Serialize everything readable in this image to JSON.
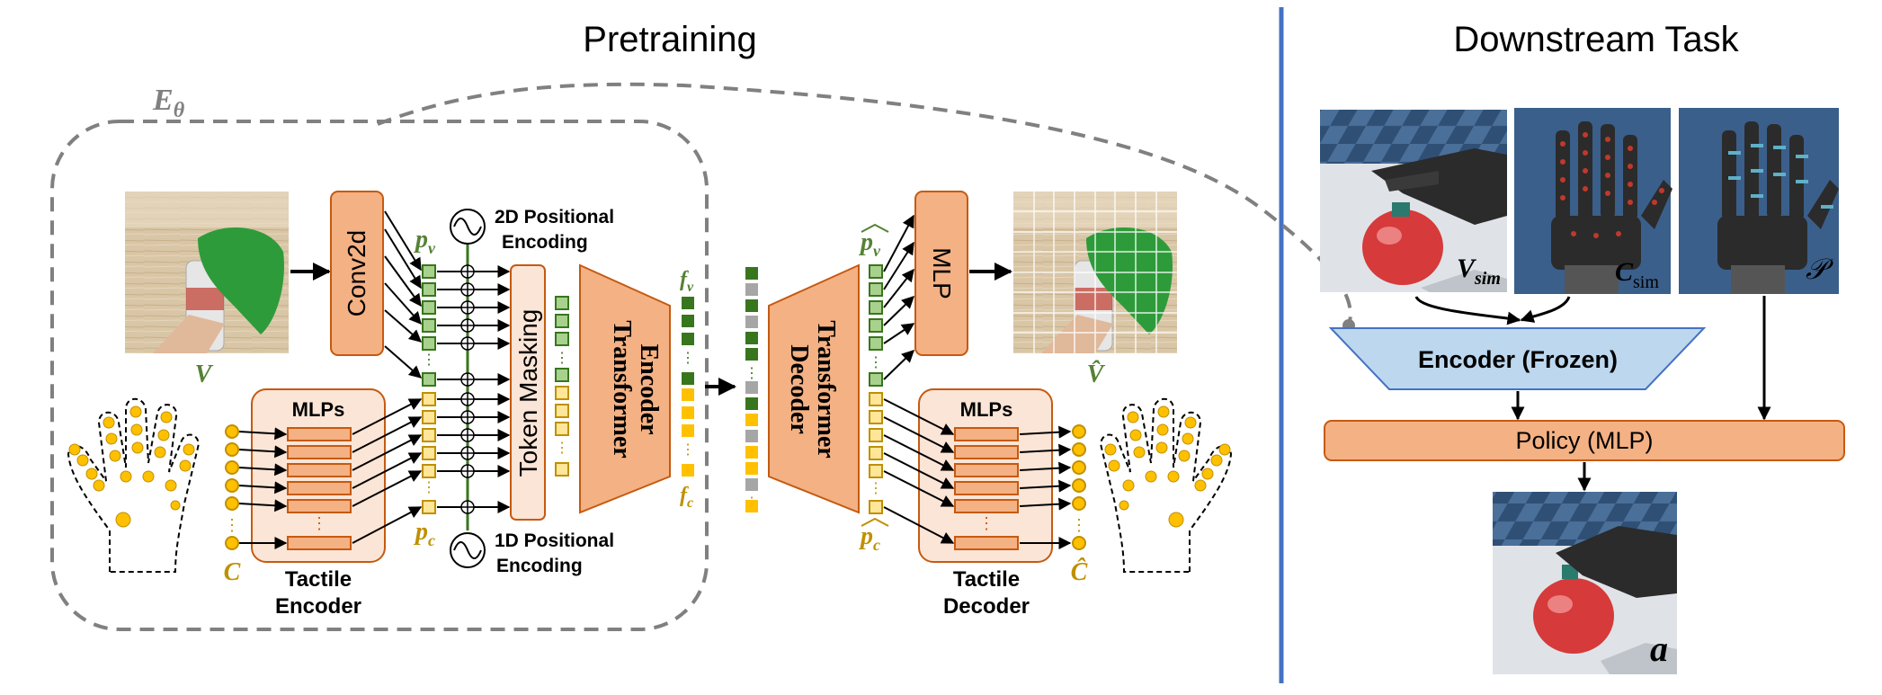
{
  "titles": {
    "pretraining": "Pretraining",
    "downstream": "Downstream Task"
  },
  "encoder_group_label": "Eθ",
  "blocks": {
    "conv2d": "Conv2d",
    "token_masking": "Token Masking",
    "transformer_encoder_line1": "Transformer",
    "transformer_encoder_line2": "Encoder",
    "transformer_decoder_line1": "Transformer",
    "transformer_decoder_line2": "Decoder",
    "mlp": "MLP",
    "mlps_left": "MLPs",
    "mlps_right": "MLPs",
    "tactile_encoder_line1": "Tactile",
    "tactile_encoder_line2": "Encoder",
    "tactile_decoder_line1": "Tactile",
    "tactile_decoder_line2": "Decoder",
    "pos_2d_line1": "2D Positional",
    "pos_2d_line2": "Encoding",
    "pos_1d_line1": "1D Positional",
    "pos_1d_line2": "Encoding",
    "encoder_frozen": "Encoder (Frozen)",
    "policy": "Policy (MLP)"
  },
  "symbols": {
    "V": "V",
    "V_hat": "V̂",
    "C": "C",
    "C_hat": "Ĉ",
    "p_v": "p",
    "p_v_sub": "v",
    "p_c": "p",
    "p_c_sub": "c",
    "f_v": "f",
    "f_v_sub": "v",
    "f_c": "f",
    "f_c_sub": "c",
    "phat_v": "p",
    "phat_v_sub": "v",
    "phat_c": "p",
    "phat_c_sub": "c",
    "V_sim": "V",
    "V_sim_sub": "sim",
    "C_sim": "C",
    "C_sim_sub": "sim",
    "P": "𝒫",
    "a": "a"
  },
  "colors": {
    "orange_fill": "#f4b183",
    "orange_stroke": "#c55a11",
    "orange_light": "#fbe5d6",
    "green_dark": "#38761d",
    "green_light": "#a9d18e",
    "yellow": "#ffc000",
    "yellow_stroke": "#bf9000",
    "blue_divider": "#4472c4",
    "encoder_blue": "#bdd7ee",
    "gray": "#808080",
    "symbol_green": "#548235",
    "symbol_gold": "#bf9000"
  },
  "icons": [
    "sine-wave-icon",
    "plus-circle-icon",
    "left-hand-icon",
    "right-hand-icon"
  ]
}
